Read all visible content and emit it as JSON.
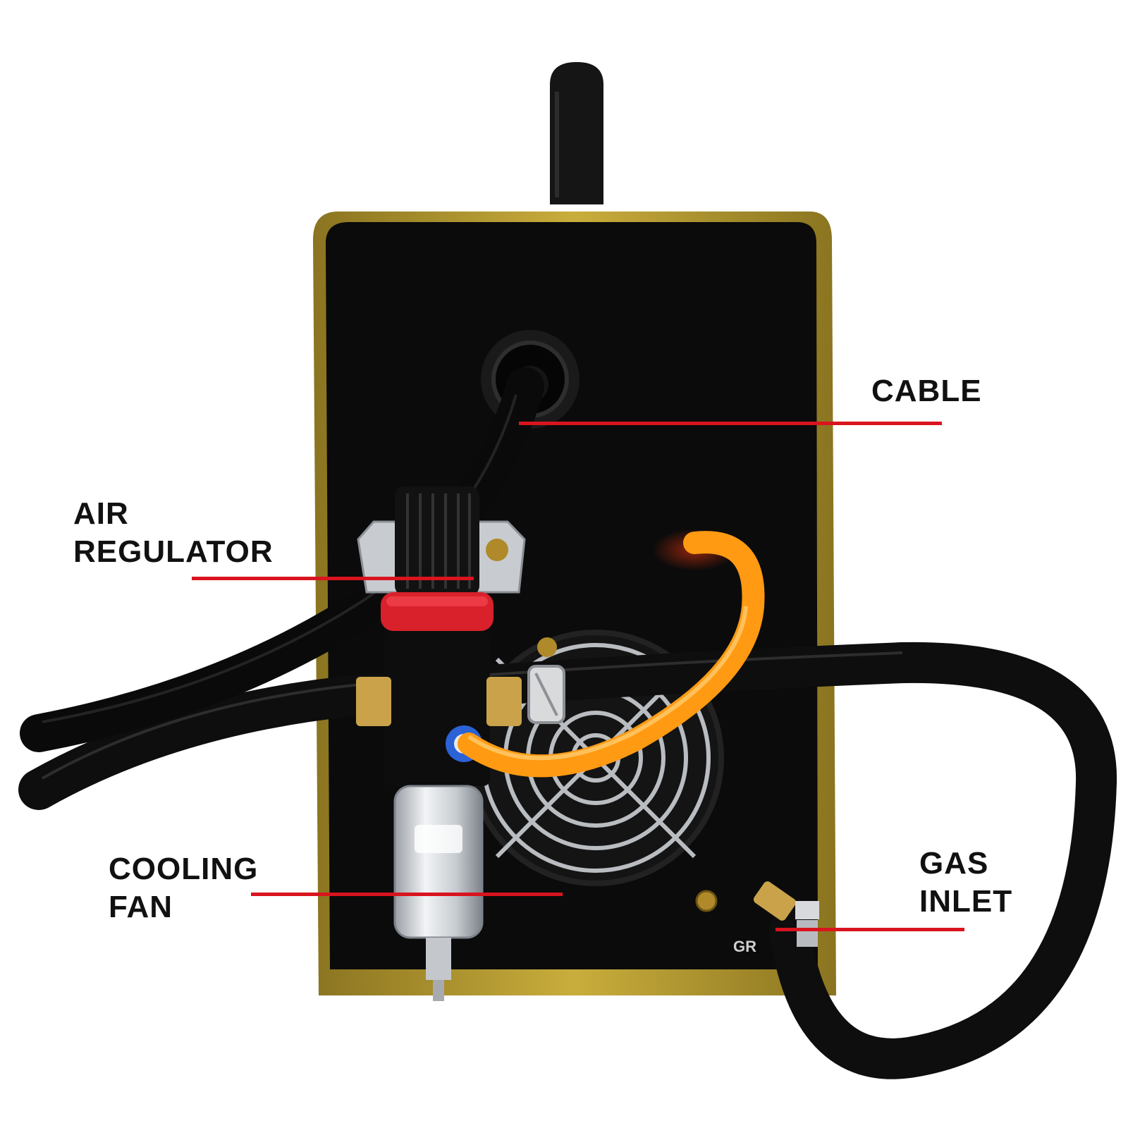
{
  "colors": {
    "background": "#ffffff",
    "leader_line": "#d9141e",
    "label_text": "#111111",
    "housing_frame": "#b9a035",
    "panel": "#0b0b0b",
    "air_tube": "#ff9a12",
    "regulator_ring": "#d8212b",
    "hose": "#0e0e0e"
  },
  "callouts": {
    "air_regulator": {
      "line1": "AIR",
      "line2": "REGULATOR"
    },
    "cable": {
      "line1": "CABLE"
    },
    "cooling_fan": {
      "line1": "COOLING",
      "line2": "FAN"
    },
    "gas_inlet": {
      "line1": "GAS",
      "line2": "INLET"
    }
  },
  "panel_marking": "GR",
  "icons": [
    "handle-icon",
    "fan-guard-icon",
    "air-regulator-icon",
    "hose-clamp-icon"
  ]
}
